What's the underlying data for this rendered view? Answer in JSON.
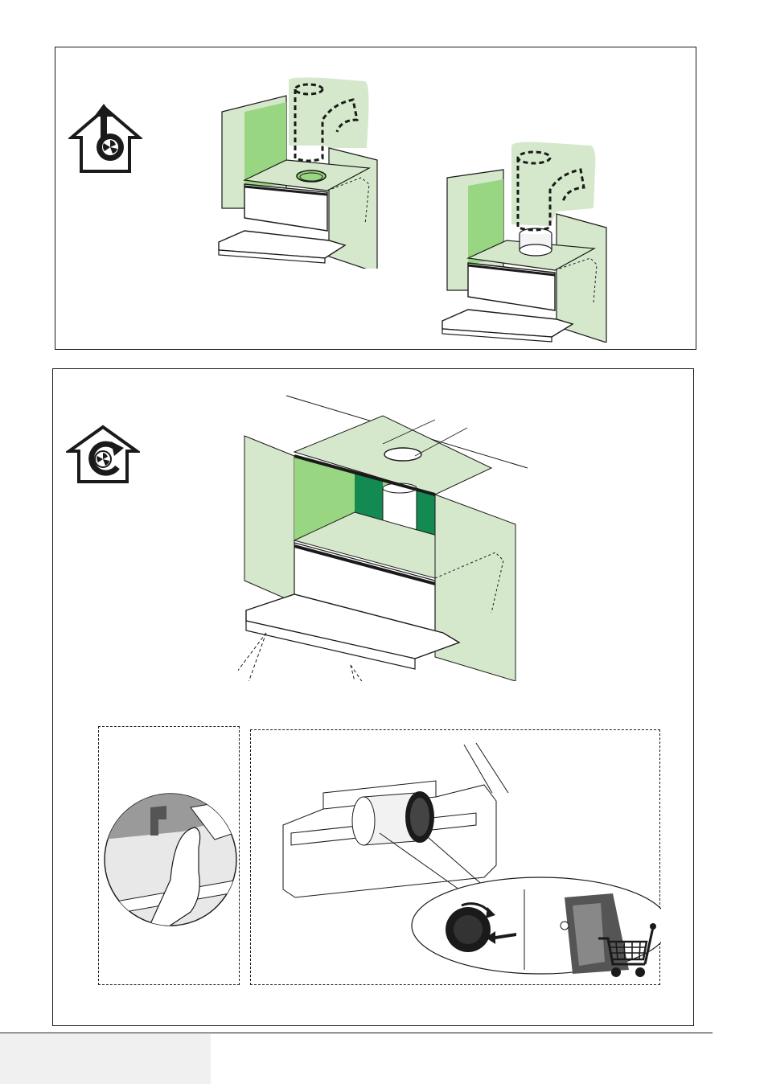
{
  "colors": {
    "wall_light": "#d6e8cc",
    "wall_mid": "#99d681",
    "wall_dark": "#128a52",
    "line": "#1a1a1a",
    "panel_border": "#1a1a1a",
    "footer_box": "#f0f0f0"
  },
  "icons": {
    "exhaust_mode": "house-exhaust-fan-icon",
    "recirculation_mode": "house-recirculation-fan-icon",
    "accessory": "shopping-cart-icon"
  },
  "sections": [
    {
      "id": "exhaust",
      "icon": "house-exhaust-fan-icon",
      "figures": [
        "hood-with-round-duct",
        "hood-with-flange-adapter"
      ]
    },
    {
      "id": "recirculation",
      "icon": "house-recirculation-fan-icon",
      "figures": [
        "hood-recirculation-overview",
        "filter-latch-detail",
        "carbon-filter-install-detail"
      ]
    }
  ]
}
